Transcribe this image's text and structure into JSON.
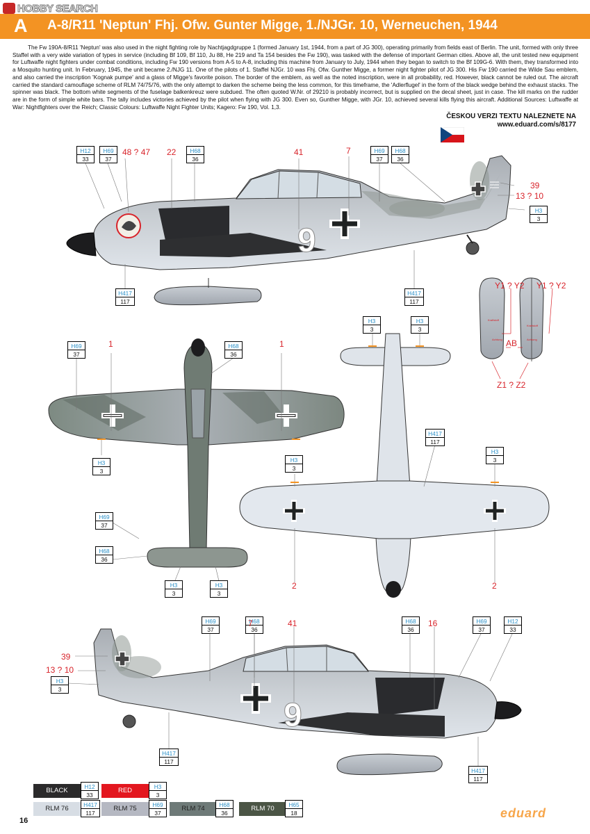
{
  "watermark": {
    "text": "HOBBY SEARCH"
  },
  "header": {
    "letter": "A",
    "title": "A-8/R11 'Neptun' Fhj. Ofw. Gunter Migge, 1./NJGr. 10, Werneuchen, 1944"
  },
  "description": "The Fw 190A-8/R11 'Neptun' was also used in the night fighting role by Nachtjagdgruppe 1 (formed January 1st, 1944, from a part of JG 300), operating primarily from fields east of Berlin. The unit, formed with only three Staffel with a very wide variation of types in service (including Bf 109, Bf 110, Ju 88, He 219 and Ta 154 besides the Fw 190), was tasked with the defense of important German cities. Above all, the unit tested new equipment for Luftwaffe night fighters under combat conditions, including Fw 190 versions from A-5 to A-8, including this machine from January to July, 1944 when they began to switch to the Bf 109G-6. With them, they transformed into a Mosquito hunting unit. In February, 1945, the unit became 2./NJG 11. One of the pilots of 1. Staffel NJGr. 10 was Fhj. Ofw. Gunther Migge, a former night fighter pilot of JG 300. His Fw 190 carried the Wilde Sau emblem, and also carried the inscription 'Kognak pumpe' and a glass of Migge's favorite poison. The border of the emblem, as well as the noted inscription, were in all probability, red. However, black cannot be ruled out. The aircraft carried the standard camouflage scheme of RLM 74/75/76, with the only attempt to darken the scheme being the less common, for this timeframe, the 'Adlerflugel' in the form of the black wedge behind the exhaust stacks. The spinner was black. The bottom white segments of the fuselage balkenkreuz were subdued. The often quoted W.Nr. of 29210 is probably incorrect, but is supplied on the decal sheet, just in case. The kill marks on the rudder are in the form of simple white bars. The tally includes victories achieved by the pilot when flying with JG 300. Even so, Gunther Migge, with JGr. 10, achieved several kills flying this aircraft. Additional Sources: Luftwaffe at War: Nightfighters over the Reich; Classic Colours: Luftwaffe Night Fighter Units; Kagero: Fw 190, Vol. 1,3.",
  "czech": {
    "line1": "ČESKOU VERZI TEXTU NALEZNETE NA",
    "line2": "www.eduard.com/s/8177"
  },
  "callouts": {
    "side1": {
      "h12": {
        "code": "H12",
        "num": "33"
      },
      "h69a": {
        "code": "H69",
        "num": "37"
      },
      "h68a": {
        "code": "H68",
        "num": "36"
      },
      "h69b": {
        "code": "H69",
        "num": "37"
      },
      "h68b": {
        "code": "H68",
        "num": "36"
      },
      "h3": {
        "code": "H3",
        "num": "3"
      },
      "h417a": {
        "code": "H417",
        "num": "117"
      },
      "h417b": {
        "code": "H417",
        "num": "117"
      },
      "r48": "48 ? 47",
      "r22": "22",
      "r41": "41",
      "r7": "7",
      "r39": "39",
      "r13": "13 ? 10",
      "fuselage_number": "9"
    },
    "tanks": {
      "y_left": "Y1 ? Y2",
      "y_right": "Y1 ? Y2",
      "ab": "AB",
      "z": "Z1 ? Z2"
    },
    "top": {
      "h69": {
        "code": "H69",
        "num": "37"
      },
      "h68": {
        "code": "H68",
        "num": "36"
      },
      "h3a": {
        "code": "H3",
        "num": "3"
      },
      "h69b": {
        "code": "H69",
        "num": "37"
      },
      "h68b": {
        "code": "H68",
        "num": "36"
      },
      "h3b": {
        "code": "H3",
        "num": "3"
      },
      "h3c": {
        "code": "H3",
        "num": "3"
      },
      "r1a": "1",
      "r1b": "1"
    },
    "bottom": {
      "h3a": {
        "code": "H3",
        "num": "3"
      },
      "h3b": {
        "code": "H3",
        "num": "3"
      },
      "h417": {
        "code": "H417",
        "num": "117"
      },
      "h3c": {
        "code": "H3",
        "num": "3"
      },
      "h3d": {
        "code": "H3",
        "num": "3"
      },
      "r2a": "2",
      "r2b": "2"
    },
    "side2": {
      "h69a": {
        "code": "H69",
        "num": "37"
      },
      "h68a": {
        "code": "H68",
        "num": "36"
      },
      "h68b": {
        "code": "H68",
        "num": "36"
      },
      "h69b": {
        "code": "H69",
        "num": "37"
      },
      "h12": {
        "code": "H12",
        "num": "33"
      },
      "h3": {
        "code": "H3",
        "num": "3"
      },
      "h417a": {
        "code": "H417",
        "num": "117"
      },
      "h417b": {
        "code": "H417",
        "num": "117"
      },
      "r7": "7",
      "r41": "41",
      "r16": "16",
      "r39": "39",
      "r13": "13 ? 10",
      "fuselage_number": "9"
    }
  },
  "legend": [
    {
      "name": "BLACK",
      "code": "H12",
      "num": "33",
      "color": "#2b2a2b",
      "text_color": "#ffffff"
    },
    {
      "name": "RED",
      "code": "H3",
      "num": "3",
      "color": "#e3171f",
      "text_color": "#ffffff"
    },
    {
      "name": "RLM 76",
      "code": "H417",
      "num": "117",
      "color": "#d7dde4",
      "text_color": "#222222"
    },
    {
      "name": "RLM 75",
      "code": "H69",
      "num": "37",
      "color": "#b5b8c2",
      "text_color": "#222222"
    },
    {
      "name": "RLM 74",
      "code": "H68",
      "num": "36",
      "color": "#6e7a78",
      "text_color": "#222222"
    },
    {
      "name": "RLM 70",
      "code": "H65",
      "num": "18",
      "color": "#4b5545",
      "text_color": "#ffffff"
    }
  ],
  "page_number": "16",
  "brand": "eduard",
  "colors": {
    "header": "#f39323",
    "code_blue": "#2a8fc7",
    "red_callout": "#d8232a"
  }
}
